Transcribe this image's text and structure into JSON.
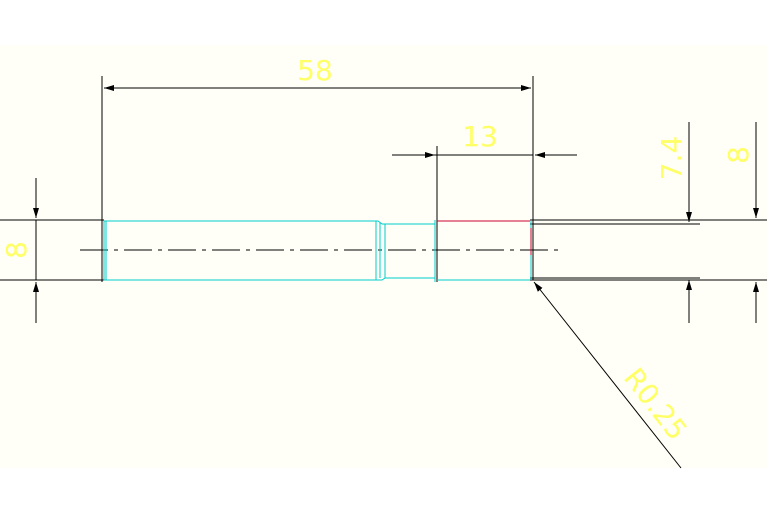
{
  "colors": {
    "background": "#ffffff",
    "band": "#fffff7",
    "line": "#000000",
    "part": "#00cccc",
    "text": "#ffff66",
    "accent": "#cc0033"
  },
  "dimensions": {
    "overall_length": "58",
    "segment_length": "13",
    "left_diameter": "8",
    "right_inner": "7.4",
    "right_outer": "8",
    "radius": "R0.25"
  }
}
